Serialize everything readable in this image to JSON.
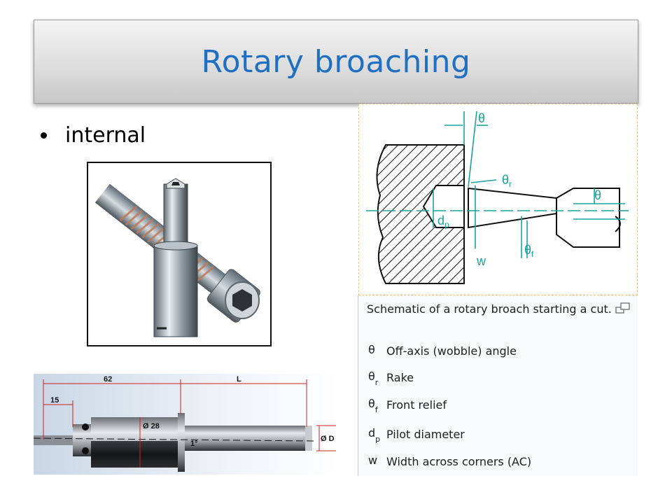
{
  "slide": {
    "title": "Rotary broaching",
    "bullet": "internal"
  },
  "drawing": {
    "dim_62": "62",
    "dim_L": "L",
    "dim_15": "15",
    "dim_dia28": "Ø 28",
    "dim_angle": "1°",
    "dim_diaD": "Ø D"
  },
  "schematic": {
    "theta_top": "θ",
    "theta_r": "θ",
    "theta_r_sub": "r",
    "theta_right": "θ",
    "dp": "d",
    "dp_sub": "p",
    "theta_f": "θ",
    "theta_f_sub": "f",
    "w": "w"
  },
  "caption": {
    "text": "Schematic of a rotary broach starting a cut.",
    "legend": [
      {
        "sym": "θ",
        "sub": "",
        "label": "Off-axis (wobble) angle"
      },
      {
        "sym": "θ",
        "sub": "r",
        "label": "Rake"
      },
      {
        "sym": "θ",
        "sub": "f",
        "label": "Front relief"
      },
      {
        "sym": "d",
        "sub": "p",
        "label": "Pilot diameter"
      },
      {
        "sym": "w",
        "sub": "",
        "label": "Width across corners (AC)"
      }
    ]
  },
  "colors": {
    "title": "#1f6fc2",
    "schematic_line": "#1aa3a0",
    "dimension_red": "#cc2222"
  }
}
